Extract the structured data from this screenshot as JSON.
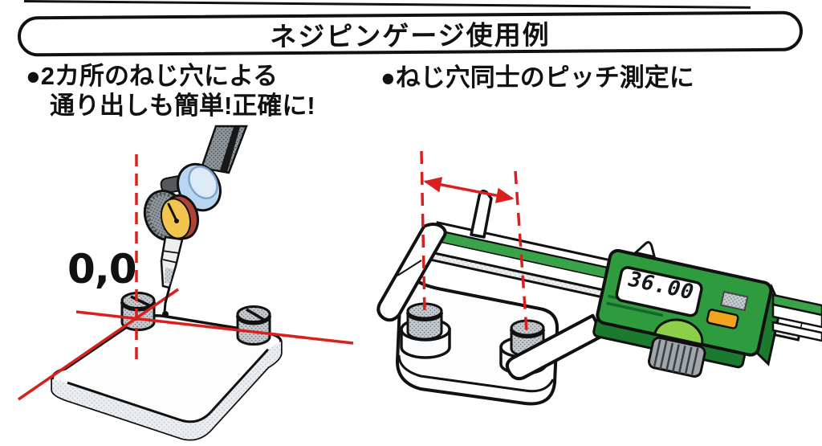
{
  "banner": {
    "title": "ネジピンゲージ使用例"
  },
  "examples": {
    "left": {
      "bullet": "●",
      "line1": "2カ所のねじ穴による",
      "line2": "通り出しも簡単!正確に!"
    },
    "right": {
      "bullet": "●",
      "line1": "ねじ穴同士のピッチ測定に"
    }
  },
  "figures": {
    "left": {
      "origin_label": "0,0"
    },
    "right": {
      "display_value": "36.00"
    }
  },
  "colors": {
    "line_red": "#d8201f",
    "caliper_green": "#2e9b3f",
    "caliper_dark_green": "#1b7a2e",
    "beam_stripe_green": "#3aa34a",
    "dial_yellow": "#f2c64e",
    "dial_rim_maroon": "#ad4237",
    "lens_blue": "#b9d6f0",
    "button_orange": "#f3a41d",
    "ink_black": "#111111"
  }
}
